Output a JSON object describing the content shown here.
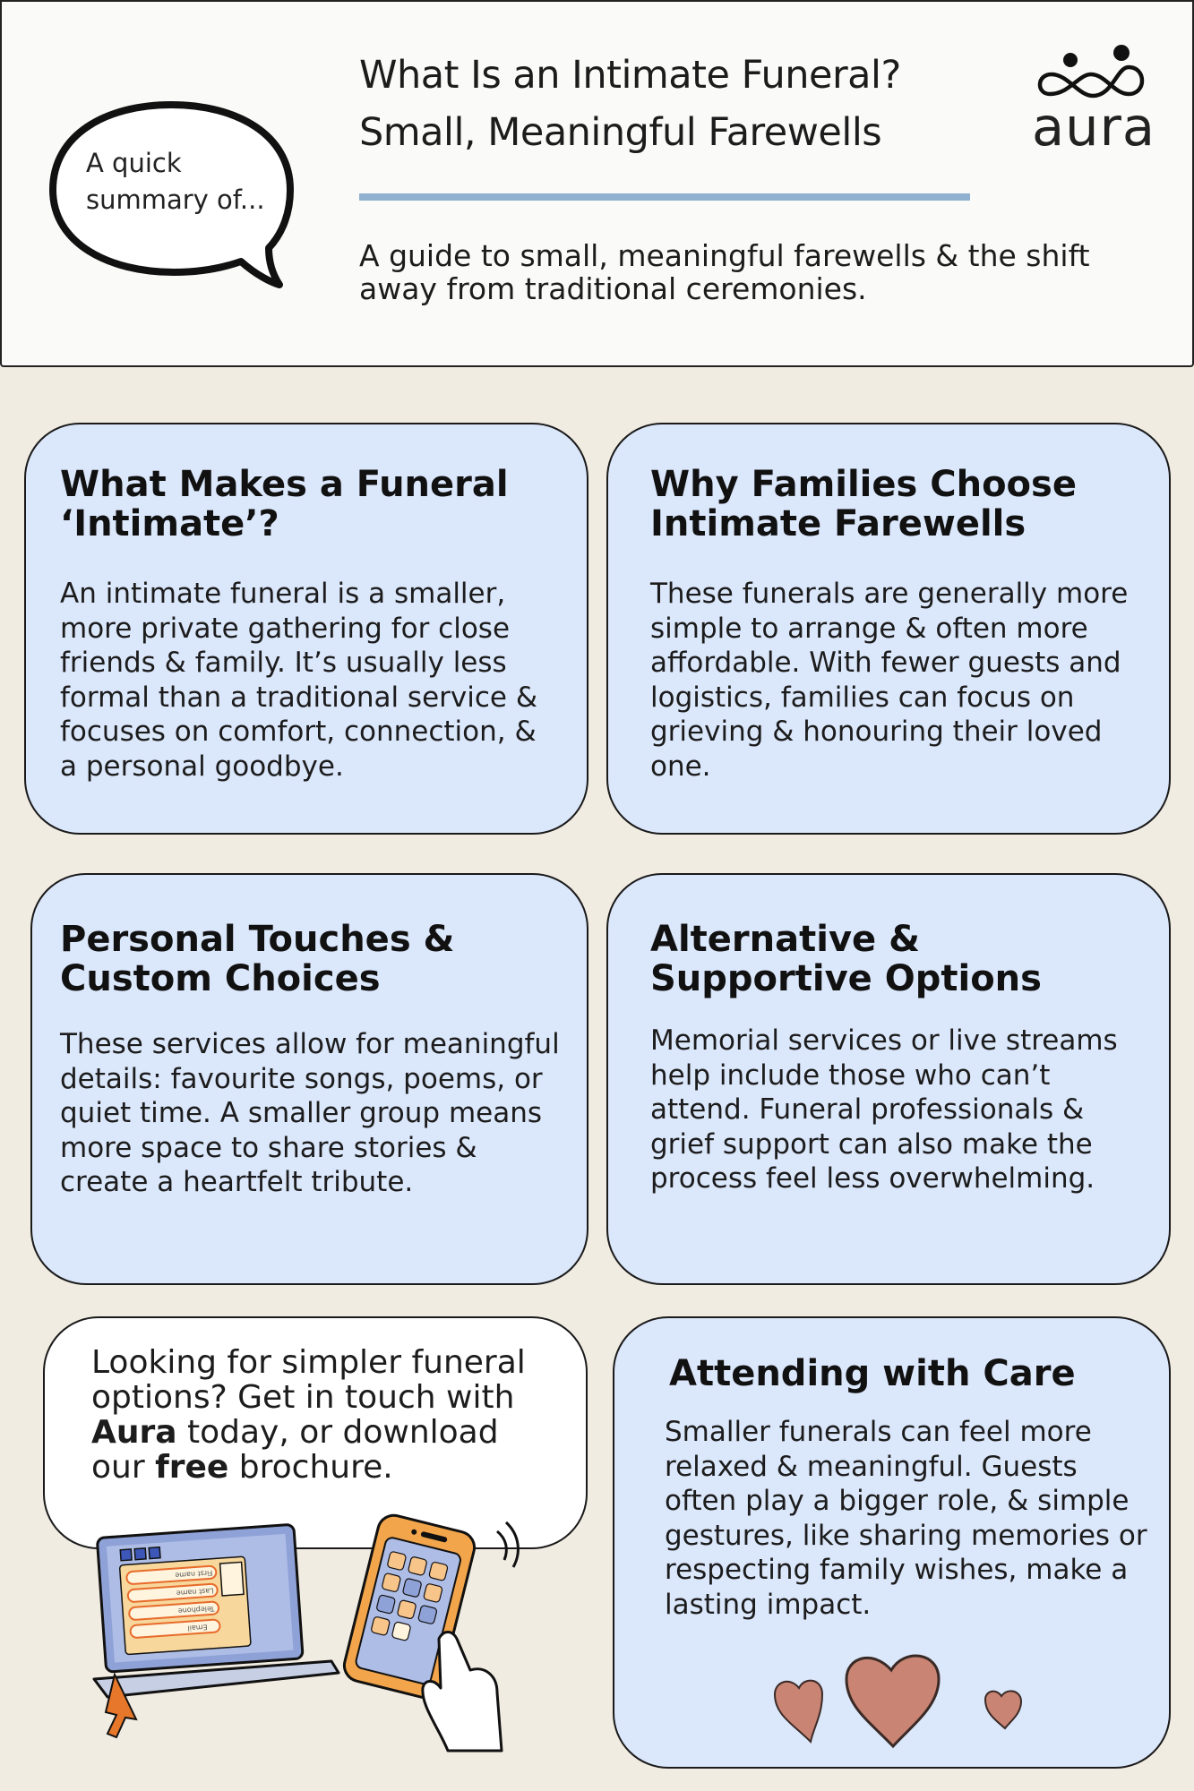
{
  "header": {
    "bubble_text": "A quick summary of...",
    "title_line1": "What Is an Intimate Funeral?",
    "title_line2": "Small, Meaningful Farewells",
    "subtitle": "A guide to small, meaningful farewells & the shift away from traditional ceremonies.",
    "logo_text": "aura",
    "rule_color": "#8fb0cf"
  },
  "cards": [
    {
      "title": "What Makes a Funeral ‘Intimate’?",
      "body": "An intimate funeral is a smaller, more private gathering for close friends & family. It’s usually less formal than a traditional service & focuses on comfort, connection, & a personal goodbye."
    },
    {
      "title": "Why Families Choose Intimate Farewells",
      "body": "These funerals are generally more simple to arrange & often more affordable. With fewer guests and logistics, families can focus on grieving & honouring their loved one."
    },
    {
      "title": "Personal Touches & Custom Choices",
      "body": "These services allow for meaningful details: favourite songs, poems, or quiet time. A smaller group means more space to share stories & create a heartfelt tribute."
    },
    {
      "title": "Alternative & Supportive Options",
      "body": "Memorial services or live streams help include those who can’t attend. Funeral professionals & grief support can also make the process feel less overwhelming."
    },
    {
      "title": "Attending with Care",
      "body": "Smaller funerals can feel more relaxed & meaningful. Guests often play a bigger role, & simple gestures, like sharing memories or respecting family wishes, make a lasting impact."
    }
  ],
  "cta": {
    "part1": "Looking for simpler funeral options? Get in touch with ",
    "brand": "Aura",
    "part2": " today, or download our ",
    "free": "free",
    "part3": " brochure."
  },
  "illustration": {
    "form_fields": [
      "First name",
      "Last name",
      "Telephone",
      "Email"
    ]
  },
  "colors": {
    "page_bg": "#f1ece2",
    "card_bg": "#dbe7fb",
    "heart": "#c98474",
    "laptop_screen": "#aebde6",
    "phone_body": "#f2a54a"
  }
}
